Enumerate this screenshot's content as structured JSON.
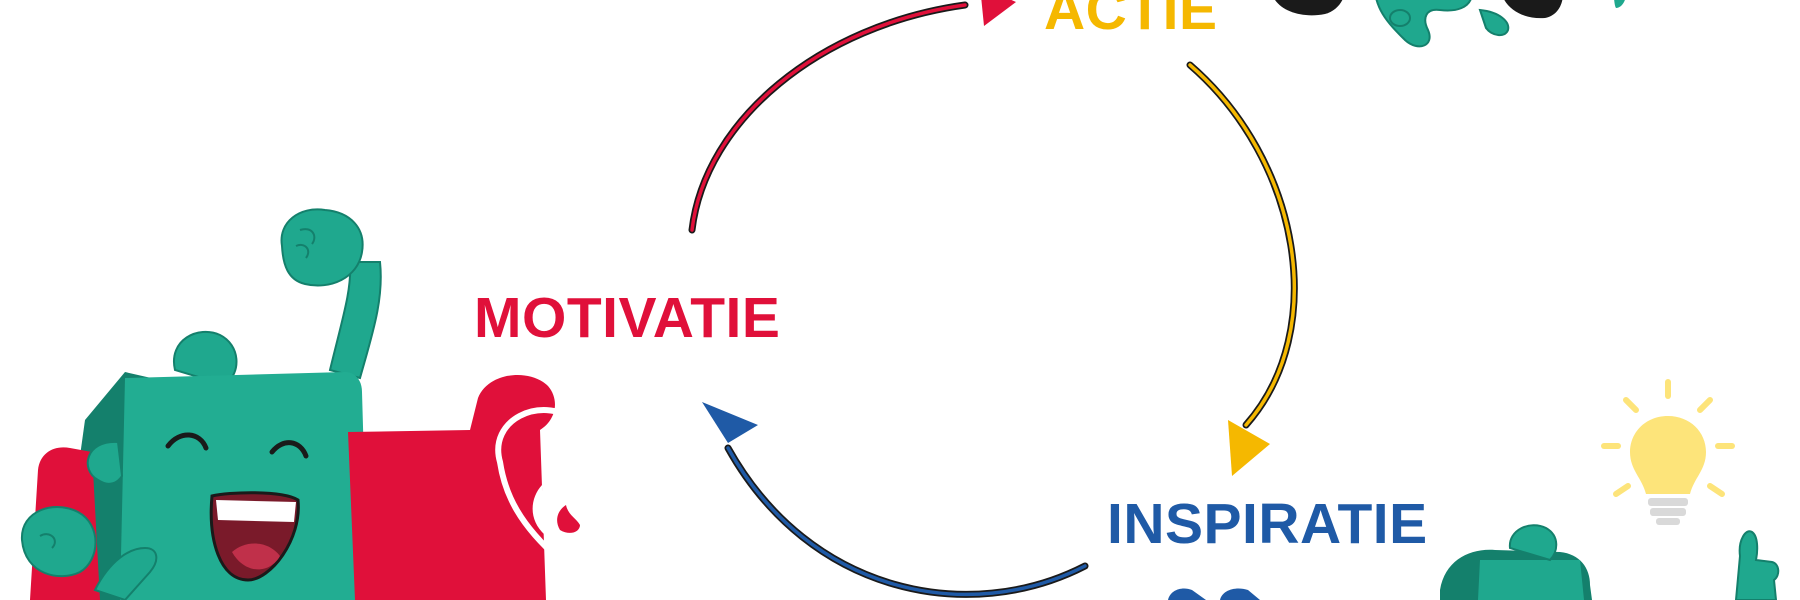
{
  "diagram": {
    "labels": {
      "motivation": "MOTIVATIE",
      "action": "ACTIE",
      "inspiration": "INSPIRATIE"
    },
    "colors": {
      "motivation": "#e0103a",
      "action": "#f5b800",
      "inspiration": "#1f5aa6",
      "mascot": "#1fa88e",
      "mascot_dark": "#14806c",
      "outline": "#1a1a1a",
      "bulb": "#fde47a"
    },
    "icons": [
      "puzzle-mascot-cheering-icon",
      "flame-heart-icon",
      "puzzle-mascot-running-icon",
      "lightbulb-icon",
      "thumbs-up-icon"
    ]
  }
}
